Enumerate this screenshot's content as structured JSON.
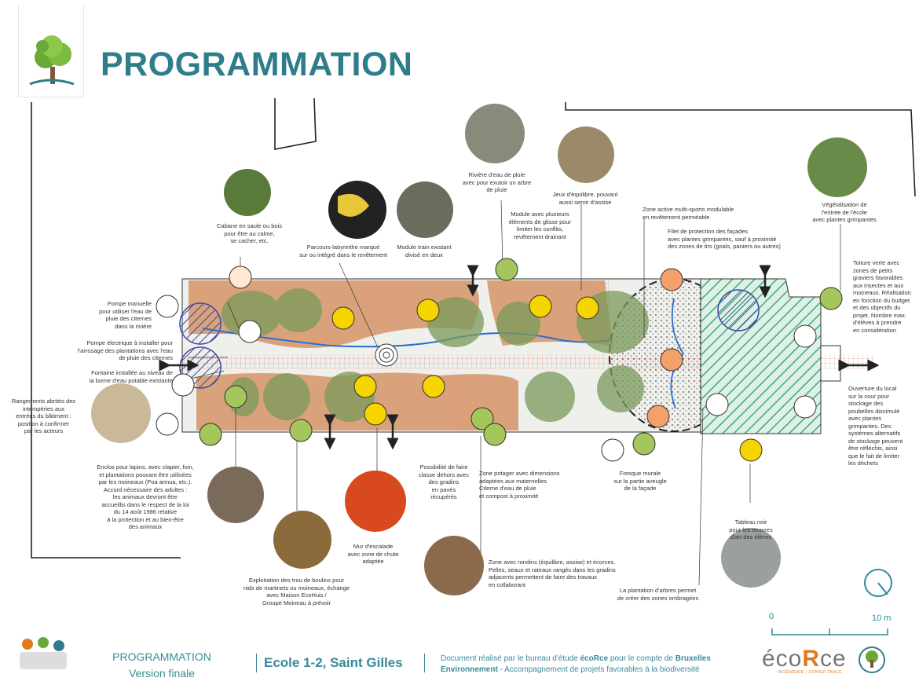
{
  "header": {
    "title": "PROGRAMMATION"
  },
  "colors": {
    "accent": "#2f7d8a",
    "path": "#d9a27a",
    "tree": "#7a9a5a",
    "lawn": "#c9e6c5",
    "hatch": "#39a88a",
    "water": "#2a6fd1"
  },
  "labels": {
    "cabane": "Cabane en saule ou bois\npour être au calme,\nse cacher, etc.",
    "labyrinthe": "Parcours-labyrinthe marqué\nsur ou intégré dans le revêtement",
    "train": "Module train existant\ndivisé en deux",
    "riviere": "Rivière d'eau de pluie\navec pour exutoir un arbre\nde pluie",
    "glisse": "Module avec plusieurs\néléments de glisse pour\nlimiter les conflits,\nrevêtement drainant",
    "equilibre": "Jeux d'équilibre, pouvant\naussi servir d'assise",
    "multisports": "Zone active multi-sports modulable\nen revêtement perméable",
    "filet": "Filet de protection des façades\navec plantes grimpantes, sauf à proximité\ndes zones de tirs (goals, paniers ou autres)",
    "vegetalisation": "Végétalisation de\nl'entrée de l'école\navec plantes grimpantes",
    "toiture": "Toiture verte avec\nzones de petits\ngraviers favorables\naux insectes et aux\nmoineaux. Réalisation\nen fonction du budget\net des objectifs du\nprojet. Nombre max.\nd'élèves à prendre\nen considération",
    "pompe_manuelle": "Pompe manuelle\npour utiliser l'eau de\npluie des citernes\ndans la rivière",
    "pompe_electrique": "Pompe électrique à installer pour\nl'arrosage des plantations avec l'eau\nde pluie des citernes",
    "fontaine": "Fontaine installée au niveau de\nla borne d'eau potable existante",
    "rangements": "Rangements abrités des\nintempéries aux\nentrées du bâtiment :\nposition à confirmer\npar les acteurs",
    "enclos": "Enclos pour lapins, avec clapier, foin,\net plantations pouvant être utilisées\npar les moineaux (Poa annua, etc.).\nAccord nécessaire des adultes :\nles animaux devront être\naccueillis dans le respect de la loi\ndu 14 août 1986 relative\nà la protection et au bien-être\ndes animaux",
    "boulins": "Exploitation des trou de boulins pour\nnids de martinets ou moineaux, échange\navec Maison EcoHuis /\nGroupe Moineau à prévoir",
    "escalade": "Mur d'escalade\navec zone de chute\nadaptée",
    "classe": "Possibilité de faire\nclasse dehors avec\ndes gradins\nen pavés\nrécupérés",
    "potager": "Zone potager avec dimensions\nadaptées aux maternelles.\nCiterne d'eau de pluie\net compost à proximité",
    "rondins": "Zone avec rondins (équilibre, assise) et écorces.\nPelles, seaux et rateaux rangés dans les gradins\nadjacents permettent de faire des travaux\nen collaborant",
    "fresque": "Fresque murale\nsur la partie aveugle\nde la façade",
    "tableau": "Tableau noir\npour les oeuvres\nd'art des élèves",
    "arbres": "La plantation d'arbres permet\nde créer des zones ombragées",
    "ouverture": "Ouverture du local\nsur la cour pour\nstockage des\npoubelles dissimulé\navec plantes\ngrimpantes. Des\nsystèmes alternatifs\nde stockage peuvent\nêtre réfléchis, ainsi\nque le fait de limiter\nles déchets"
  },
  "scale": {
    "start": "0",
    "end": "10 m"
  },
  "footer": {
    "programme": "PROGRAMMATION",
    "version": "Version finale",
    "school": "Ecole 1-2, Saint Gilles",
    "doc_line1_a": "Document réalisé par le bureau d'étude ",
    "doc_line1_b": "écoRce",
    "doc_line1_c": " pour le compte de ",
    "doc_line1_d": "Bruxelles",
    "doc_line2_a": "Environnement",
    "doc_line2_b": " - Accompagnement de projets favorables à la biodiversité",
    "brand_a": "éco",
    "brand_b": "R",
    "brand_c": "ce",
    "brand_sub": "INGÉNIERIE | CONSULTANCE"
  }
}
